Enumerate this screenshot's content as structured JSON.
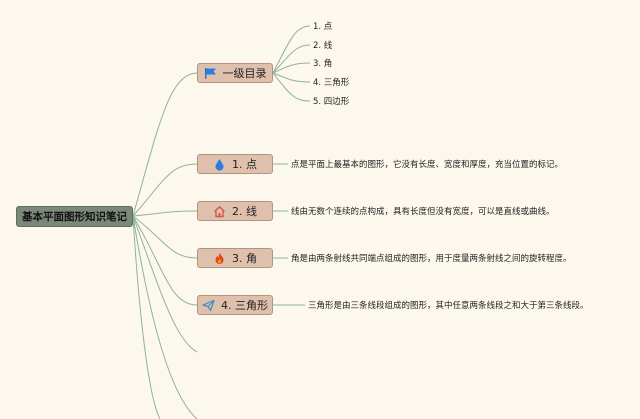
{
  "root": {
    "label": "基本平面图形知识笔记"
  },
  "toc": {
    "label": "一级目录",
    "icon": "flag-icon",
    "items": [
      "1. 点",
      "2. 线",
      "3. 角",
      "4. 三角形",
      "5. 四边形"
    ]
  },
  "branches": [
    {
      "label": "1. 点",
      "icon": "water-drop-icon",
      "color": "#2a7de1",
      "description": "点是平面上最基本的图形，它没有长度、宽度和厚度，充当位置的标记。"
    },
    {
      "label": "2. 线",
      "icon": "home-icon",
      "color": "#d9534f",
      "description": "线由无数个连续的点构成，具有长度但没有宽度，可以是直线或曲线。"
    },
    {
      "label": "3. 角",
      "icon": "flame-icon",
      "color": "#e0481c",
      "description": "角是由两条射线共同端点组成的图形，用于度量两条射线之间的旋转程度。"
    },
    {
      "label": "4. 三角形",
      "icon": "paper-plane-icon",
      "color": "#3a8fc2",
      "description": "三角形是由三条线段组成的图形，其中任意两条线段之和大于第三条线段。"
    }
  ],
  "colors": {
    "line": "#8fb39b",
    "background": "#fdf8ee"
  }
}
